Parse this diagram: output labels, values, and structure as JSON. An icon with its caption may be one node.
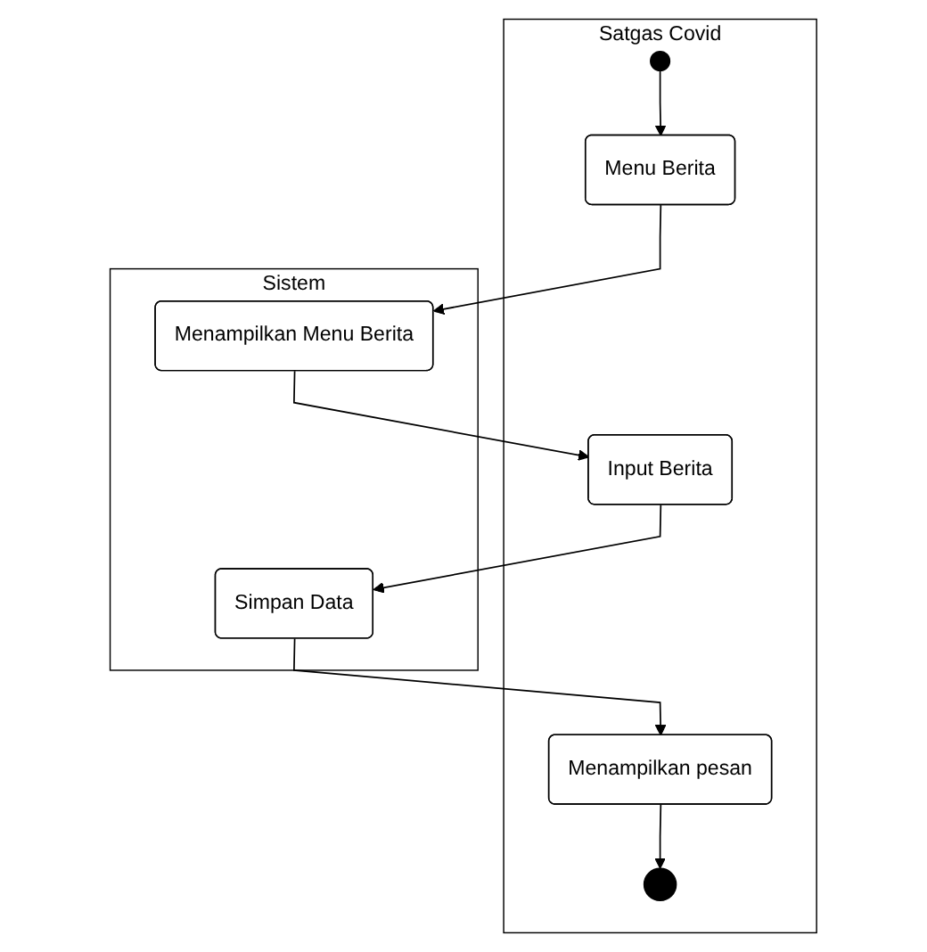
{
  "diagram": {
    "nodes": [
      {
        "text": [
          "Satgas Covid"
        ]
      },
      {
        "text": [
          "Sistem"
        ]
      },
      {
        "text": [],
        "shape": "circle",
        "in": 0
      },
      {
        "text": [
          "Menu Berita"
        ],
        "in": 0
      },
      {
        "text": [
          "Menampilkan Menu Berita"
        ],
        "in": 1
      },
      {
        "text": [
          "Input Berita"
        ],
        "in": 0
      },
      {
        "text": [
          "Simpan Data"
        ],
        "in": 1
      },
      {
        "text": [
          "Menampilkan pesan"
        ],
        "in": 0
      },
      {
        "text": [],
        "shape": "circle",
        "in": 0
      }
    ],
    "edges": [
      {
        "from": 2,
        "to": 3,
        "arrow": "to"
      },
      {
        "from": 3,
        "to": 4,
        "arrow": "to"
      },
      {
        "from": 4,
        "to": 5,
        "arrow": "to"
      },
      {
        "from": 5,
        "to": 6,
        "arrow": "to"
      },
      {
        "from": 6,
        "to": 7,
        "arrow": "to"
      },
      {
        "from": 7,
        "to": 8,
        "arrow": "to"
      }
    ]
  }
}
